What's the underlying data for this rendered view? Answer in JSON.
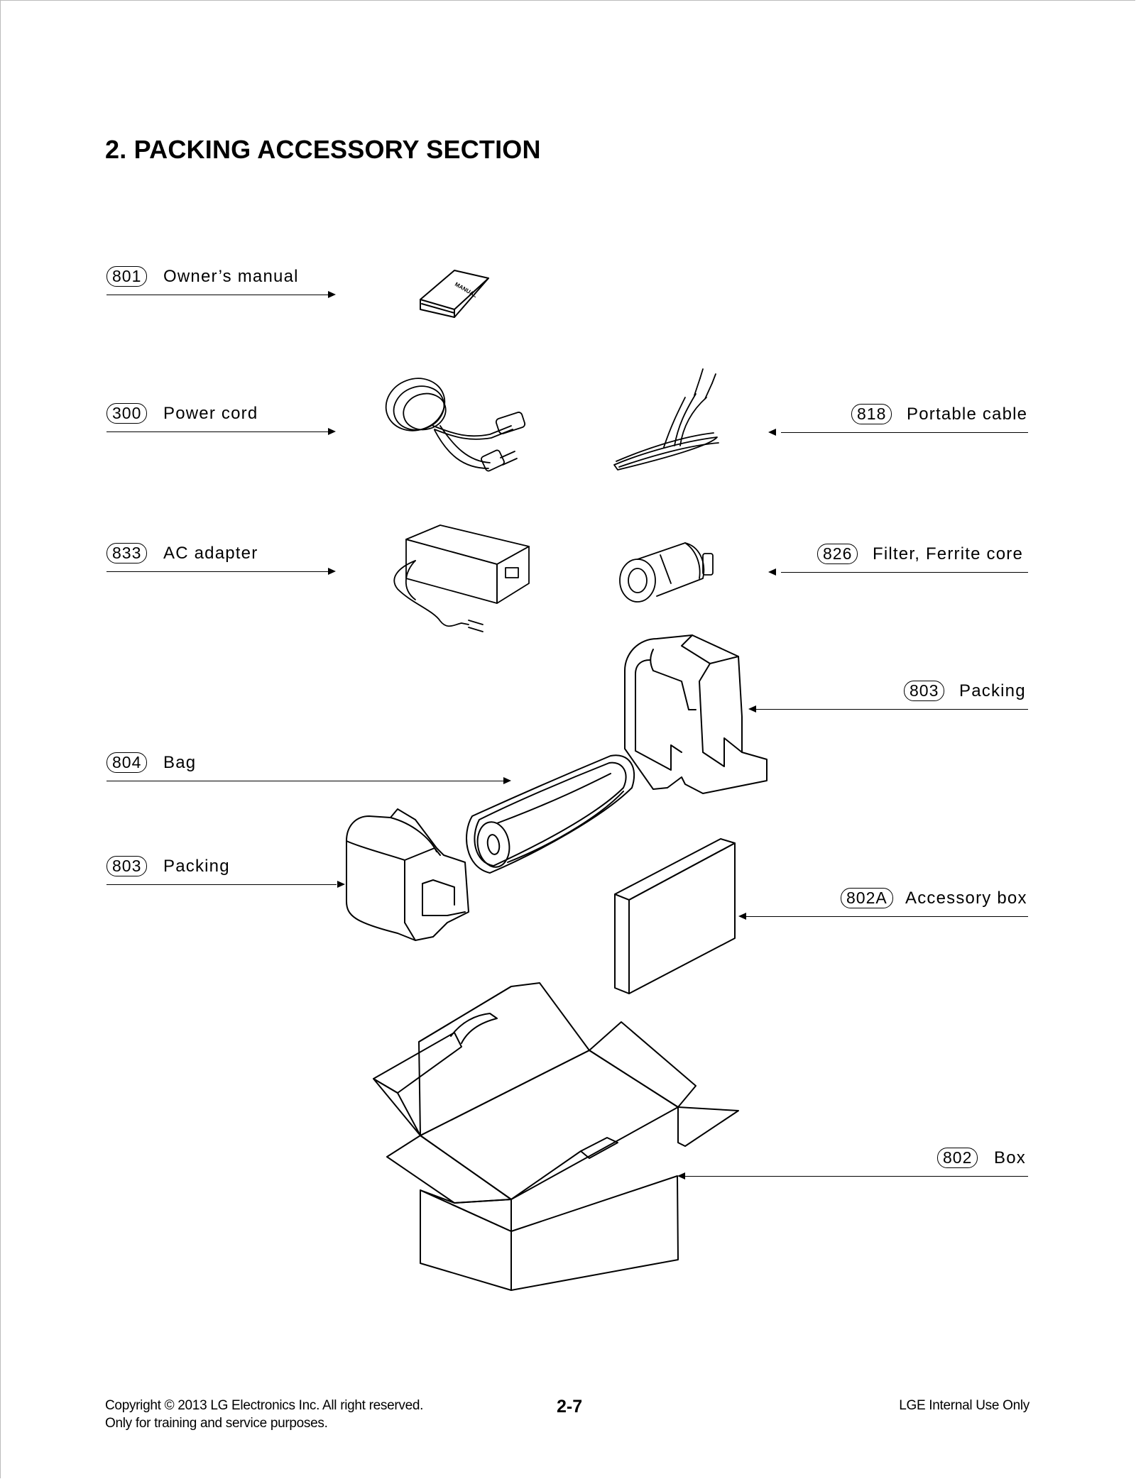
{
  "title": "2. PACKING ACCESSORY SECTION",
  "callouts": {
    "c801": {
      "num": "801",
      "label": "Owner’s manual"
    },
    "c300": {
      "num": "300",
      "label": "Power cord"
    },
    "c818": {
      "num": "818",
      "label": "Portable cable"
    },
    "c833": {
      "num": "833",
      "label": "AC adapter"
    },
    "c826": {
      "num": "826",
      "label": "Filter, Ferrite core"
    },
    "c803a": {
      "num": "803",
      "label": "Packing"
    },
    "c804": {
      "num": "804",
      "label": "Bag"
    },
    "c803b": {
      "num": "803",
      "label": "Packing"
    },
    "c802a": {
      "num": "802A",
      "label": "Accessory box"
    },
    "c802": {
      "num": "802",
      "label": "Box"
    }
  },
  "manual_cover_text": "MANUAL",
  "footer": {
    "copyright_line1": "Copyright © 2013 LG Electronics Inc. All right reserved.",
    "copyright_line2": "Only for training and service purposes.",
    "page_number": "2-7",
    "internal_use": "LGE Internal Use Only"
  }
}
